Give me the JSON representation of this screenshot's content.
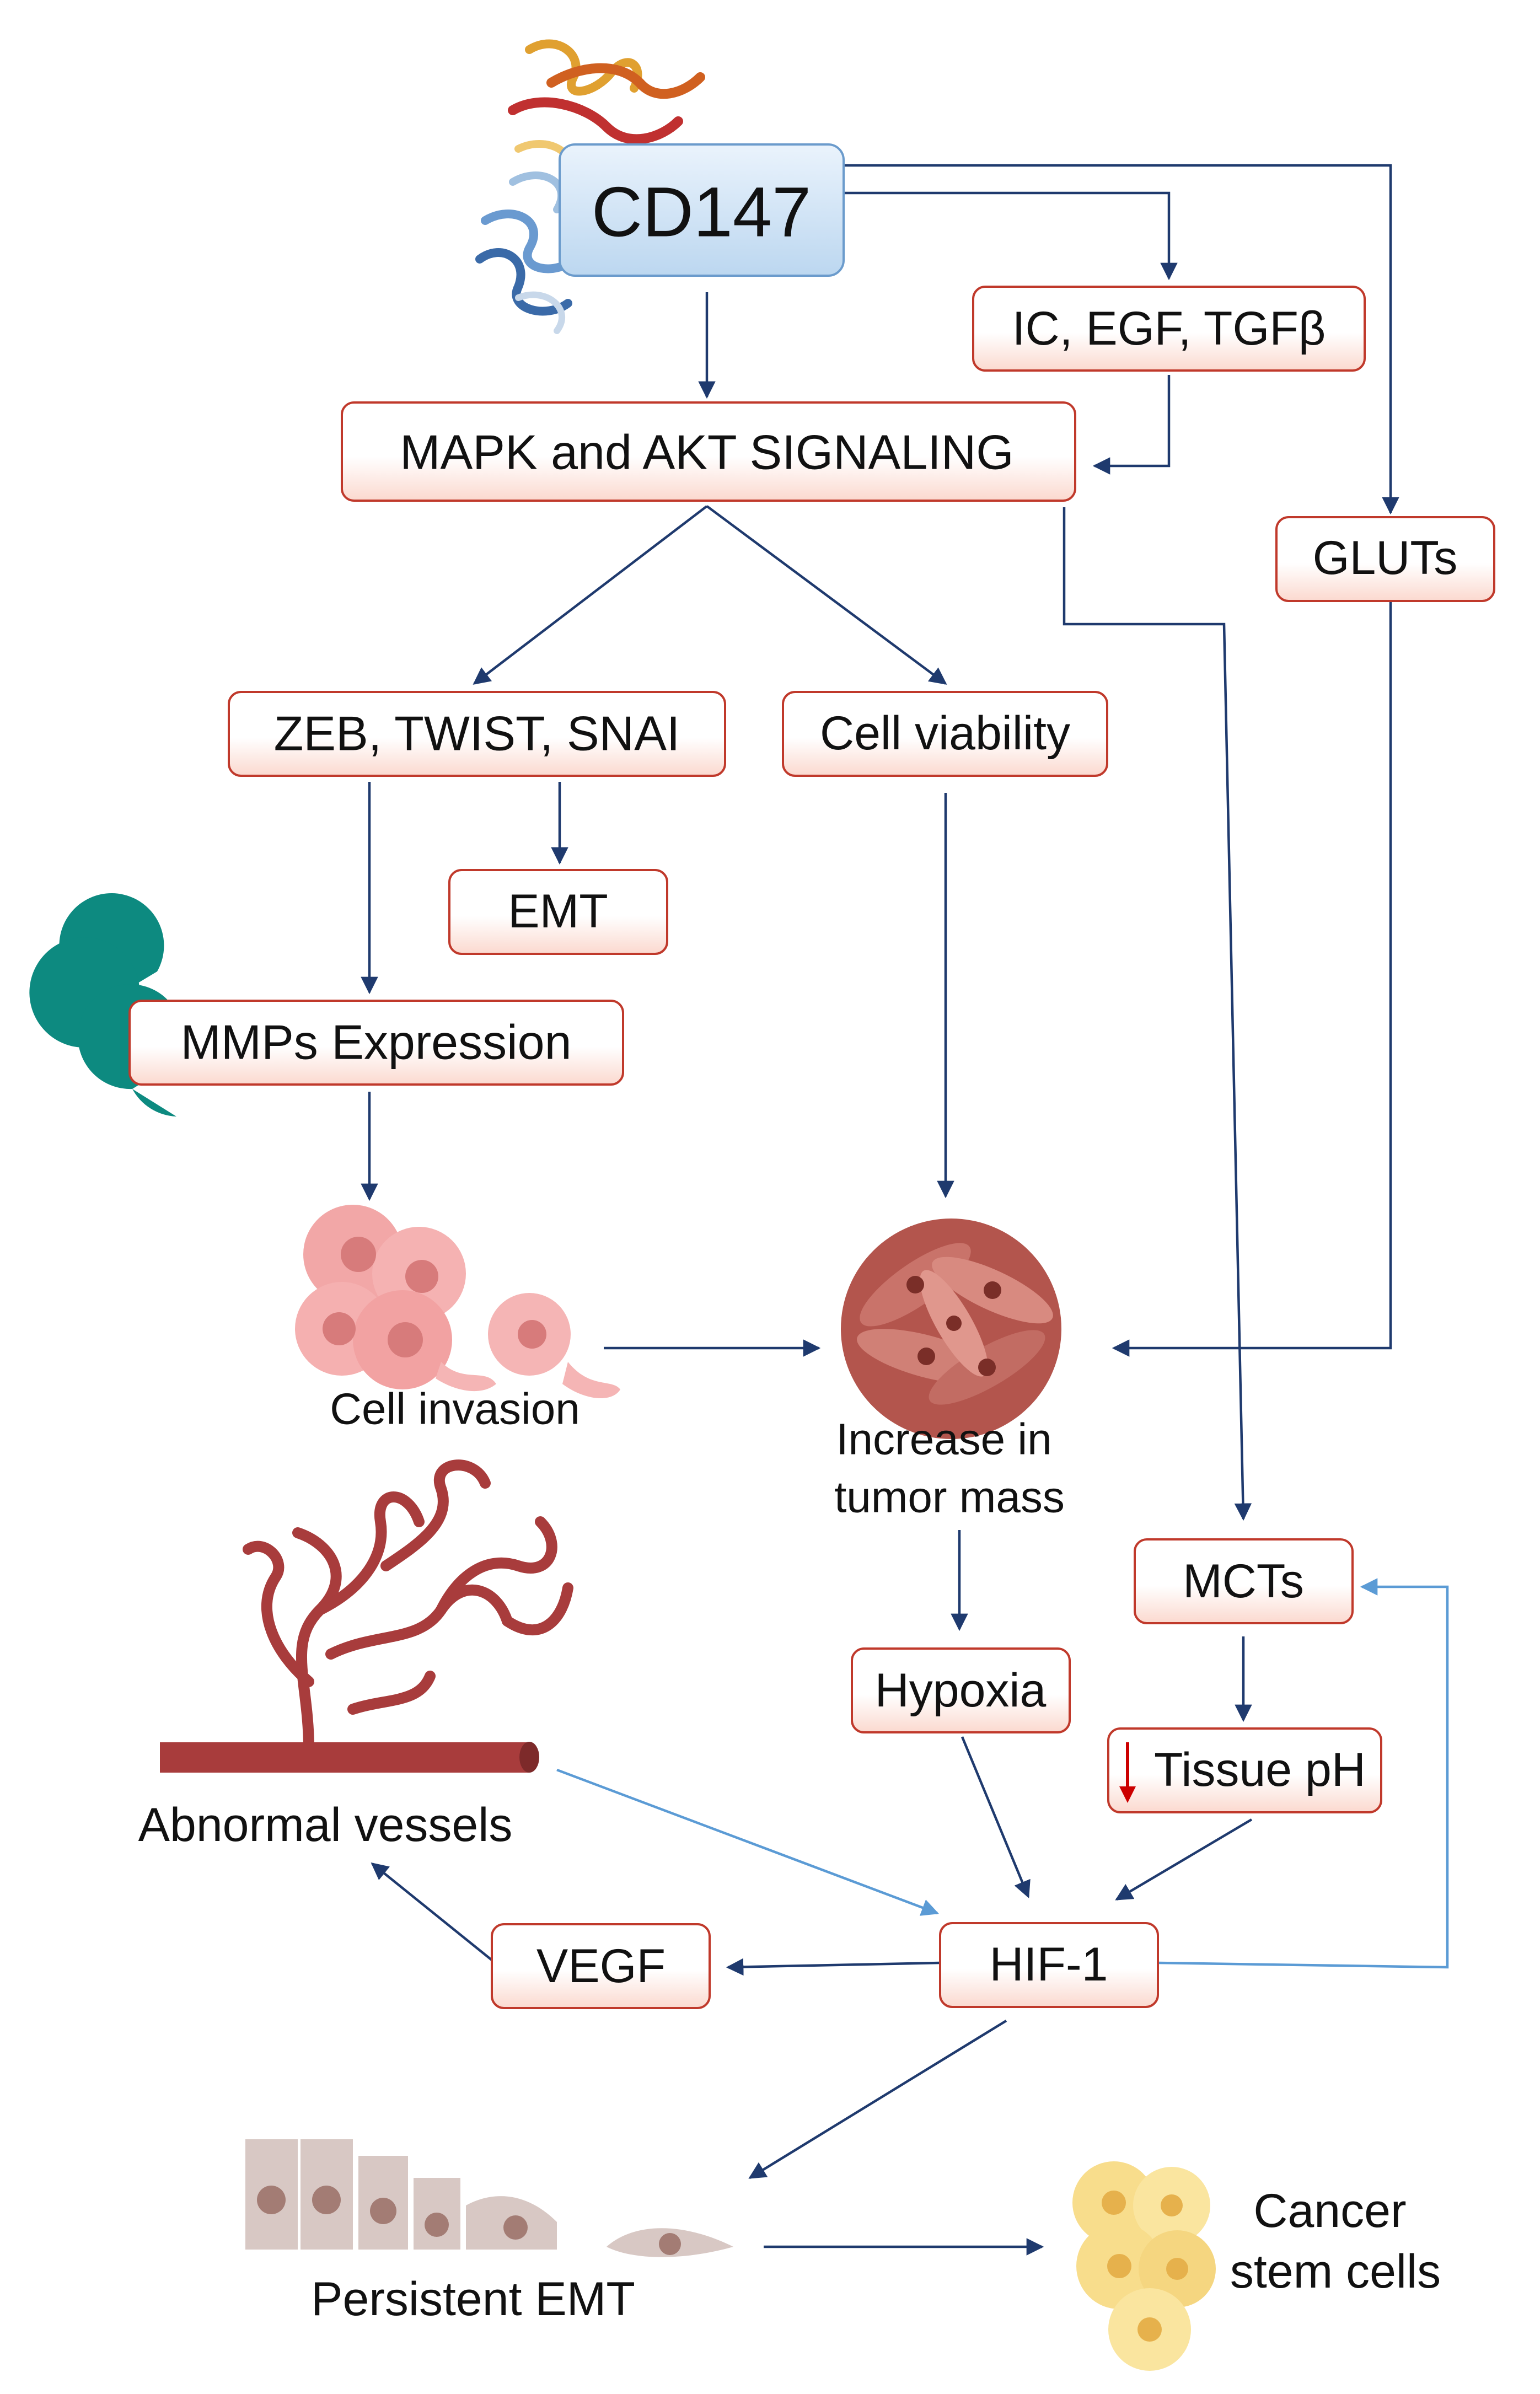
{
  "nodes": {
    "cd147": "CD147",
    "ic_egf_tgfb": "IC, EGF, TGFβ",
    "mapk_akt": "MAPK and AKT SIGNALING",
    "gluts": "GLUTs",
    "zeb_twist_snai": "ZEB, TWIST, SNAI",
    "cell_viability": "Cell viability",
    "emt": "EMT",
    "mmps_expression": "MMPs Expression",
    "mcts": "MCTs",
    "hypoxia": "Hypoxia",
    "tissue_ph": "Tissue pH",
    "hif1": "HIF-1",
    "vegf": "VEGF"
  },
  "captions": {
    "cell_invasion": "Cell invasion",
    "tumor_mass_line1": "Increase in",
    "tumor_mass_line2": "tumor mass",
    "abnormal_vessels": "Abnormal vessels",
    "persistent_emt": "Persistent EMT",
    "cancer_stem_line1": "Cancer",
    "cancer_stem_line2": "stem cells"
  },
  "colors": {
    "arrow_dark": "#1f3a6e",
    "arrow_light": "#5b9bd5",
    "box_border": "#c0392b",
    "box_fill_top": "#ffffff",
    "box_fill_bottom": "#fbd9cf",
    "cd147_fill": "#cfe3f5",
    "ph_down_arrow": "#cc0000",
    "mmp_teal": "#0d8a80",
    "vessel_red": "#a83c3c"
  }
}
